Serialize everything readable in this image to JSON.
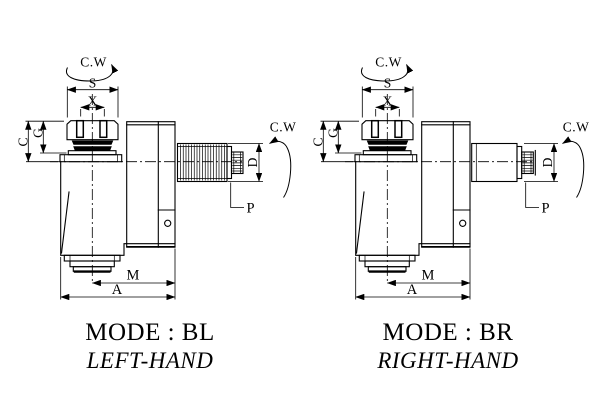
{
  "colors": {
    "line": "#000000",
    "background": "#ffffff"
  },
  "drawings": [
    {
      "id": "left",
      "shaft_style": "threaded",
      "caption_mode": "MODE : BL",
      "caption_hand": "LEFT-HAND",
      "labels": {
        "rotation_top": "C.W",
        "rotation_side": "C.W",
        "s": "S",
        "x": "X",
        "c": "C",
        "g": "G",
        "d": "D",
        "p": "P",
        "m": "M",
        "a": "A"
      }
    },
    {
      "id": "right",
      "shaft_style": "plain",
      "caption_mode": "MODE : BR",
      "caption_hand": "RIGHT-HAND",
      "labels": {
        "rotation_top": "C.W",
        "rotation_side": "C.W",
        "s": "S",
        "x": "X",
        "c": "C",
        "g": "G",
        "d": "D",
        "p": "P",
        "m": "M",
        "a": "A"
      }
    }
  ]
}
